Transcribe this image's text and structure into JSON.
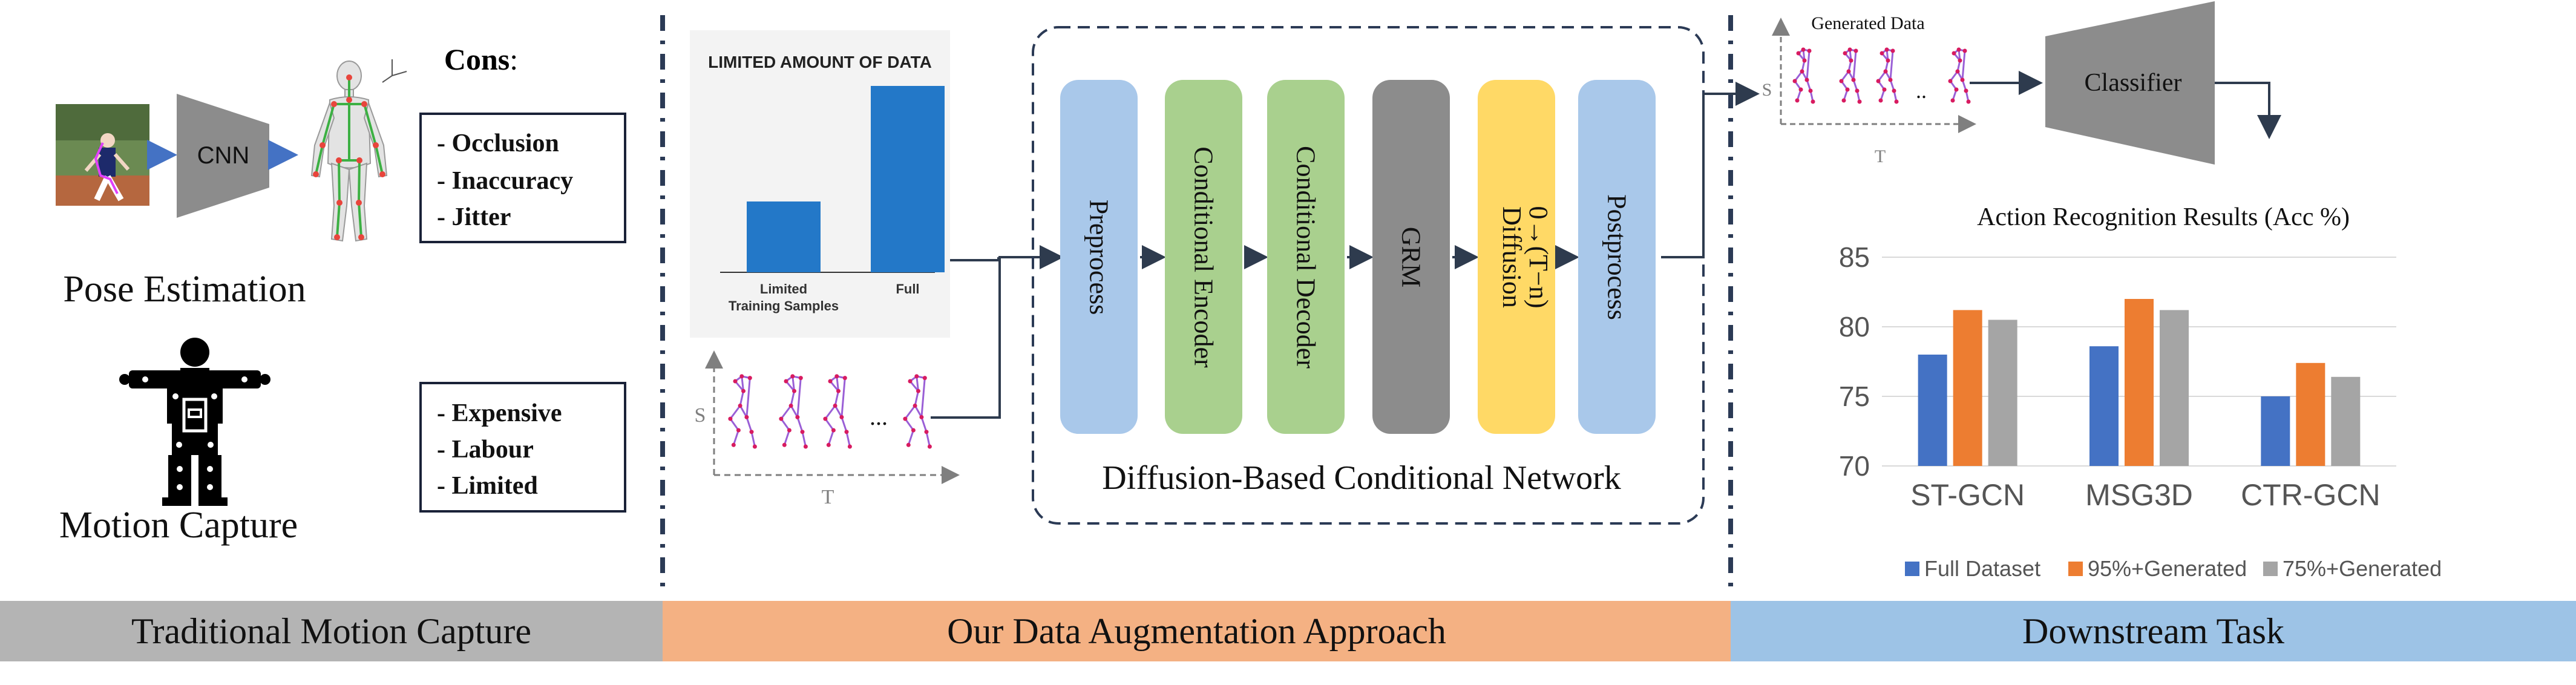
{
  "left": {
    "cnn_label": "CNN",
    "pose_estimation": "Pose Estimation",
    "motion_capture": "Motion Capture",
    "cons_title": "Cons",
    "cons_colon": ":",
    "cons_box1": [
      "- Occlusion",
      "- Inaccuracy",
      "- Jitter"
    ],
    "cons_box2": [
      "- Expensive",
      "- Labour",
      "- Limited"
    ]
  },
  "middle": {
    "limited_chart": {
      "title": "LIMITED AMOUNT OF DATA",
      "bars": [
        {
          "label_lines": [
            "Limited",
            "Training Samples"
          ],
          "value": 0.38
        },
        {
          "label_lines": [
            "Full"
          ],
          "value": 1.0
        }
      ],
      "color": "#2378c8"
    },
    "axis_s": "S",
    "axis_t": "T",
    "ellipsis": "...",
    "network_title": "Diffusion-Based Conditional Network",
    "blocks": [
      {
        "label": "Preprocess",
        "color": "#a9c8ea"
      },
      {
        "label": "Conditional Encoder",
        "color": "#a9d08e"
      },
      {
        "label": "Conditional Decoder",
        "color": "#a9d08e"
      },
      {
        "label": "GRM",
        "color": "#8c8c8c"
      },
      {
        "label": "Diffusion",
        "label2": "0→(T−n)",
        "color": "#ffd966"
      },
      {
        "label": "Postprocess",
        "color": "#a9c8ea"
      }
    ]
  },
  "right": {
    "generated_data": "Generated Data",
    "axis_s": "S",
    "axis_t": "T",
    "ellipsis": "..",
    "classifier": "Classifier"
  },
  "chart_data": {
    "type": "bar",
    "title": "Action Recognition Results (Acc %)",
    "categories": [
      "ST-GCN",
      "MSG3D",
      "CTR-GCN"
    ],
    "series": [
      {
        "name": "Full Dataset",
        "color": "#4472c4",
        "values": [
          78.0,
          78.6,
          75.0
        ]
      },
      {
        "name": "95%+Generated",
        "color": "#ed7d31",
        "values": [
          81.2,
          82.0,
          77.4
        ]
      },
      {
        "name": "75%+Generated",
        "color": "#a5a5a5",
        "values": [
          80.5,
          81.2,
          76.4
        ]
      }
    ],
    "ylim": [
      70,
      85
    ],
    "yticks": [
      70,
      75,
      80,
      85
    ],
    "grid": true,
    "legend": "bottom"
  },
  "footer": [
    {
      "label": "Traditional Motion Capture",
      "color": "#b4b4b4"
    },
    {
      "label": "Our Data Augmentation Approach",
      "color": "#f4b183"
    },
    {
      "label": "Downstream Task",
      "color": "#9dc3e6"
    }
  ]
}
